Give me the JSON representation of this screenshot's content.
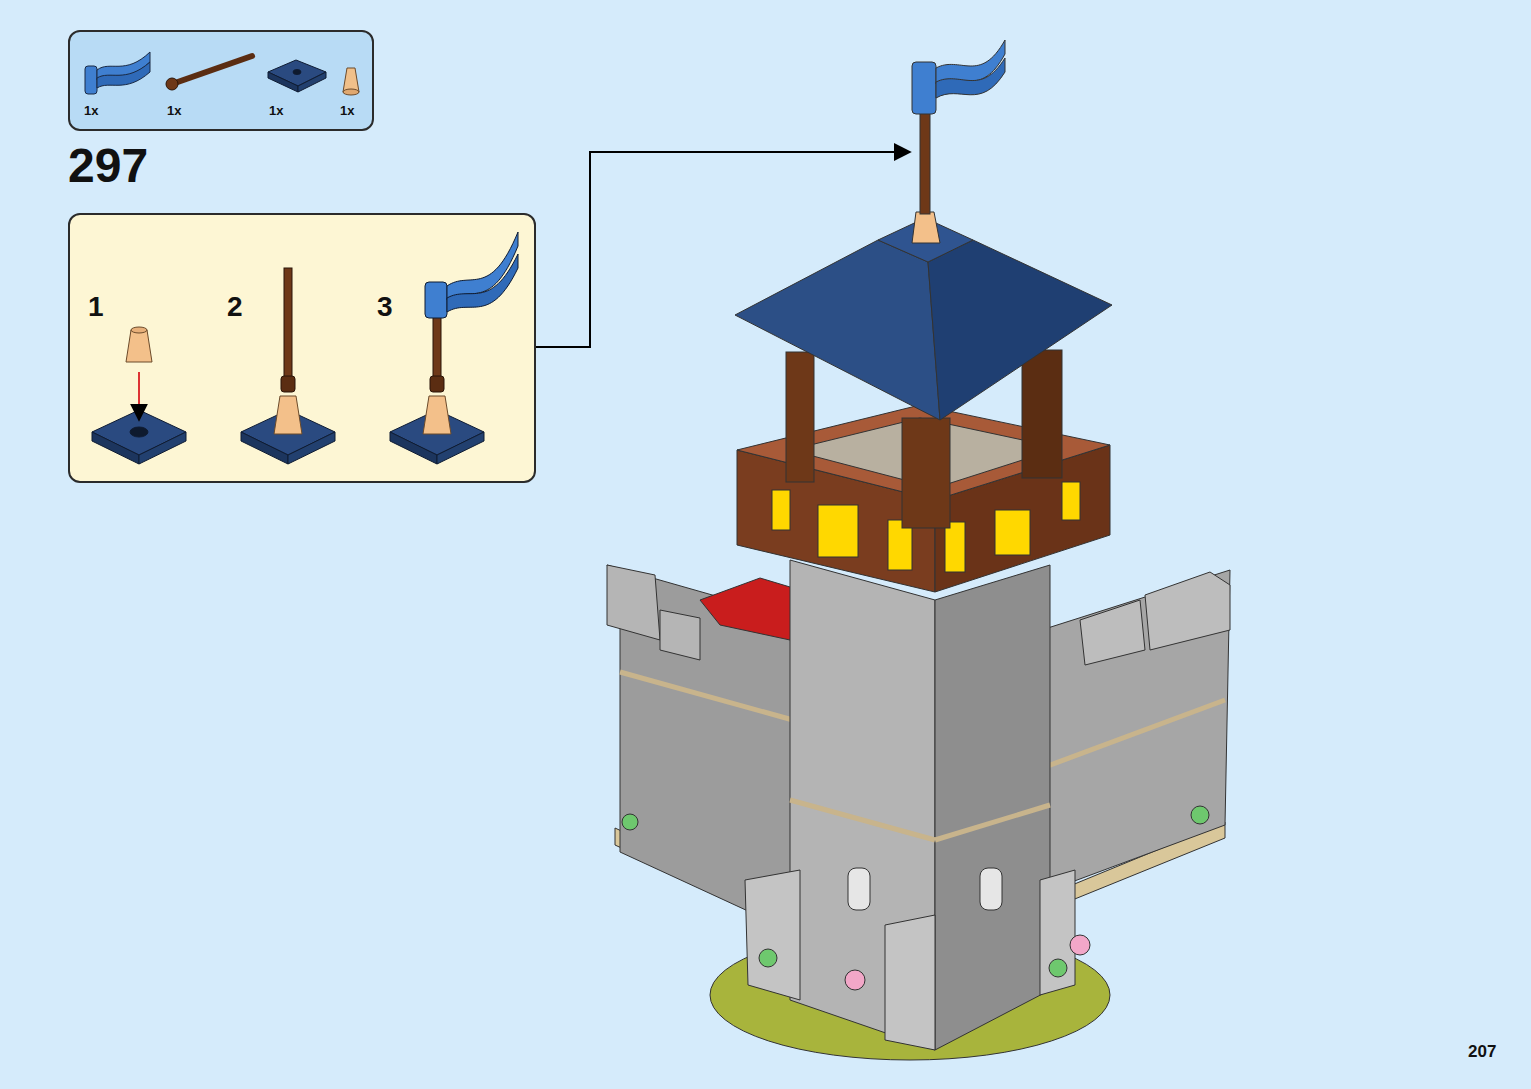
{
  "diagram": {
    "nodes": [
      {
        "text": [
          "1x",
          "1x",
          "1x",
          "1x"
        ]
      },
      {
        "text": [
          "1",
          "2",
          "3"
        ]
      }
    ],
    "labels": [
      "297",
      "207"
    ]
  }
}
